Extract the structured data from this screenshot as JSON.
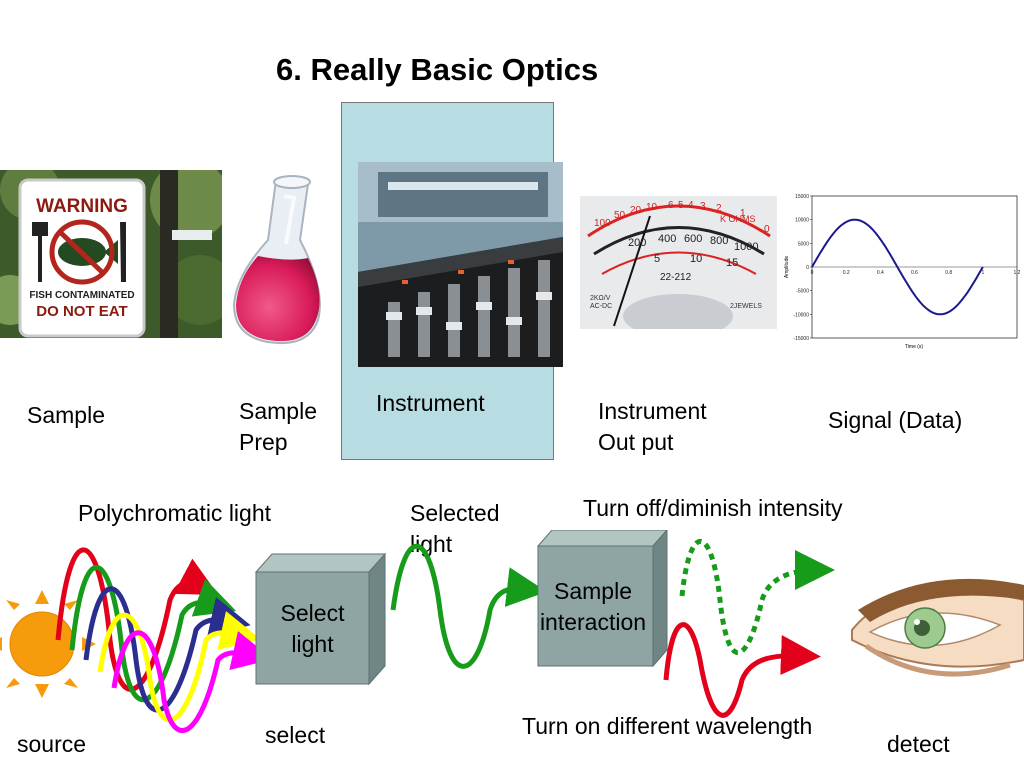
{
  "title": "6.  Really Basic Optics",
  "top_row": {
    "sample_label": "Sample",
    "sample_prep_label": "Sample\nPrep",
    "instrument_label": "Instrument",
    "instrument_output_label": "Instrument\nOut put",
    "signal_label": "Signal (Data)"
  },
  "warning_sign": {
    "line1": "WARNING",
    "line2": "FISH CONTAMINATED",
    "line3": "DO NOT EAT"
  },
  "meter": {
    "ohms_label": "K OHMS",
    "model": "22-212",
    "left_marks": "2KΩ/V\nAC-DC",
    "right_marks": "2JEWELS",
    "scale_top": [
      "100",
      "50",
      "20",
      "10",
      "6",
      "5",
      "4",
      "3",
      "2",
      "1",
      "0"
    ],
    "scale_mid": [
      "200",
      "400",
      "600",
      "800",
      "1000"
    ],
    "scale_low": [
      "5",
      "10",
      "15"
    ]
  },
  "signal_plot": {
    "ylabel": "Amplitude",
    "xlabel": "Time (s)",
    "yticks": [
      "15000",
      "10000",
      "5000",
      "0",
      "-5000",
      "-10000",
      "-15000"
    ],
    "xticks": [
      "0",
      "0.2",
      "0.4",
      "0.6",
      "0.8",
      "1",
      "1.2"
    ]
  },
  "bottom_row": {
    "polychromatic_label": "Polychromatic light",
    "selected_light_label": "Selected\nlight",
    "turn_off_label": "Turn off/diminish intensity",
    "turn_on_label": "Turn on different wavelength",
    "select_box_label": "Select\nlight",
    "sample_box_label": "Sample\ninteraction",
    "source_label": "source",
    "select_label": "select",
    "detect_label": "detect"
  },
  "colors": {
    "panel": "#b7dde2",
    "box_front": "#8fa5a3",
    "box_top": "#b3c5c3",
    "box_side": "#6f8684",
    "sun": "#f59b0c",
    "red": "#e3001b",
    "green": "#169c1a",
    "blue": "#2b2d8f",
    "yellow": "#ffff00",
    "magenta": "#ff00ff"
  }
}
